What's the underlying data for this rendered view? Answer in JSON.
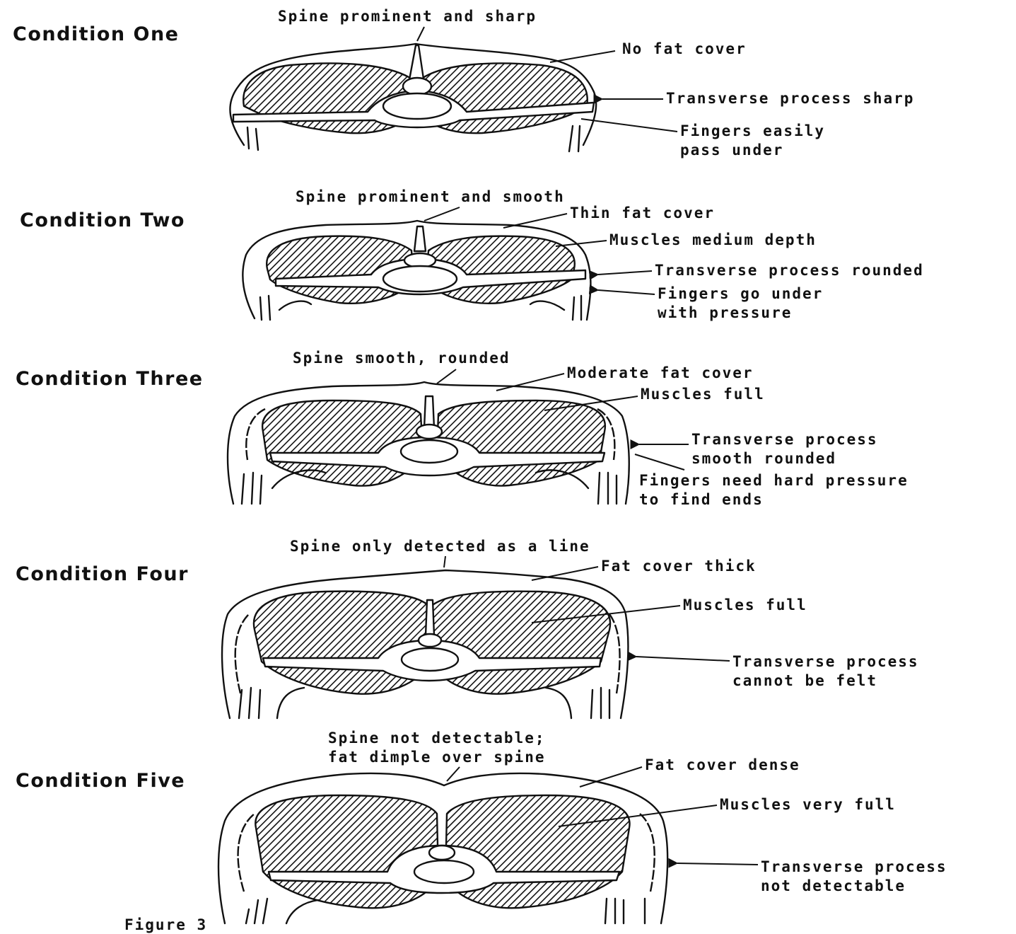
{
  "figure_label": "Figure 3",
  "colors": {
    "ink": "#111111",
    "background": "#ffffff"
  },
  "conditions": [
    {
      "title": "Condition One",
      "labels": [
        "Spine prominent and sharp",
        "No fat cover",
        "Transverse process sharp",
        "Fingers easily",
        "pass under"
      ]
    },
    {
      "title": "Condition Two",
      "labels": [
        "Spine prominent and smooth",
        "Thin fat cover",
        "Muscles medium depth",
        "Transverse process rounded",
        "Fingers go under",
        "with pressure"
      ]
    },
    {
      "title": "Condition Three",
      "labels": [
        "Spine smooth, rounded",
        "Moderate fat cover",
        "Muscles full",
        "Transverse process",
        "smooth rounded",
        "Fingers need hard pressure",
        "to find ends"
      ]
    },
    {
      "title": "Condition Four",
      "labels": [
        "Spine only detected as a line",
        "Fat cover thick",
        "Muscles full",
        "Transverse process",
        "cannot be felt"
      ]
    },
    {
      "title": "Condition Five",
      "labels": [
        "Spine not detectable;",
        "fat dimple over spine",
        "Fat cover dense",
        "Muscles very full",
        "Transverse process",
        "not detectable"
      ]
    }
  ]
}
